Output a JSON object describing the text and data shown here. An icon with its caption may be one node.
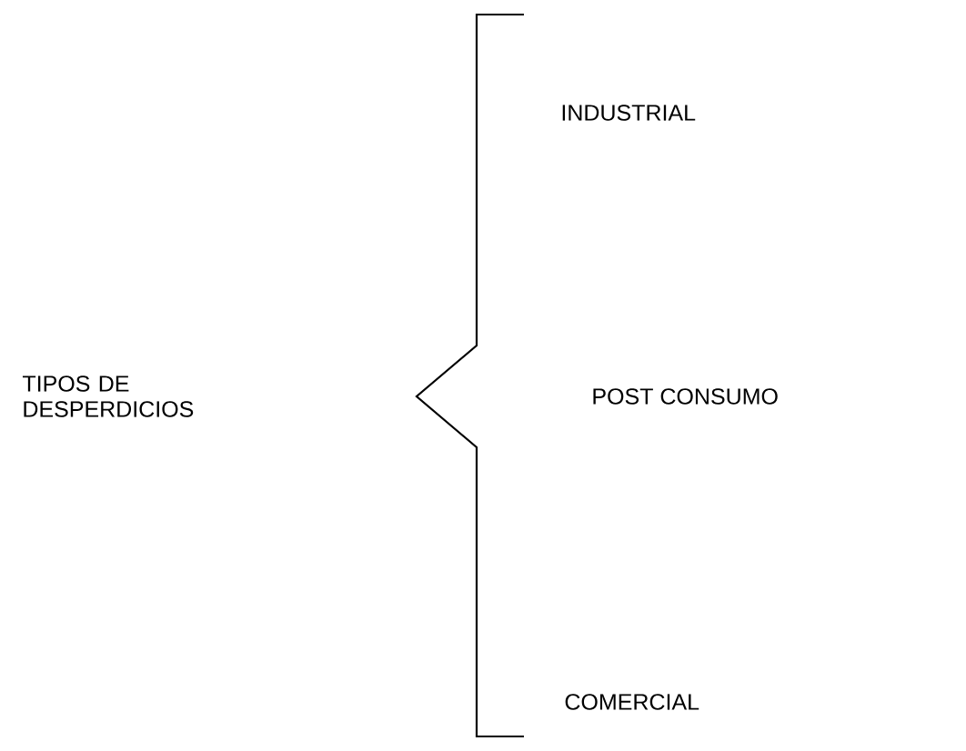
{
  "diagram": {
    "labels": [
      "TIPOS DE DESPERDICIOS",
      "INDUSTRIAL",
      "POST CONSUMO",
      "COMERCIAL"
    ]
  }
}
